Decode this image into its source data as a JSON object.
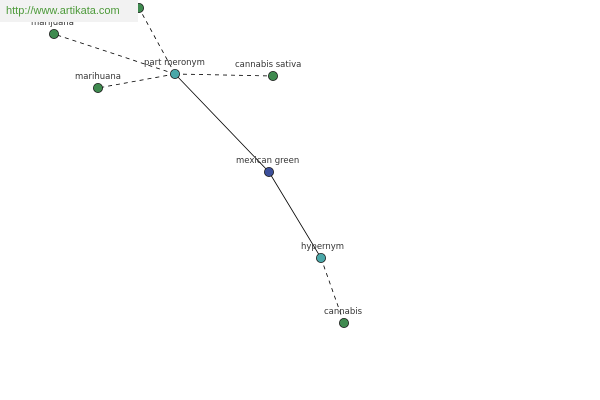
{
  "watermark": "http://www.artikata.com",
  "colors": {
    "center": "#3c4f9a",
    "relation": "#4aa7a8",
    "leaf": "#3f8a4f",
    "edge": "#000000"
  },
  "nodes": [
    {
      "id": "mexican-green",
      "label": "mexican green",
      "type": "center"
    },
    {
      "id": "part-meronym",
      "label": "part meronym",
      "type": "relation"
    },
    {
      "id": "hypernym",
      "label": "hypernym",
      "type": "relation"
    },
    {
      "id": "marijuana",
      "label": "marijuana",
      "type": "leaf"
    },
    {
      "id": "marihuana",
      "label": "marihuana",
      "type": "leaf"
    },
    {
      "id": "cannabis-sativa",
      "label": "cannabis sativa",
      "type": "leaf"
    },
    {
      "id": "cannabis",
      "label": "cannabis",
      "type": "leaf"
    },
    {
      "id": "offscreen-top",
      "label": "",
      "type": "leaf"
    }
  ],
  "edges": [
    {
      "from": "mexican-green",
      "to": "part-meronym",
      "style": "solid"
    },
    {
      "from": "mexican-green",
      "to": "hypernym",
      "style": "solid"
    },
    {
      "from": "part-meronym",
      "to": "marijuana",
      "style": "dashed"
    },
    {
      "from": "part-meronym",
      "to": "marihuana",
      "style": "dashed"
    },
    {
      "from": "part-meronym",
      "to": "cannabis-sativa",
      "style": "dashed"
    },
    {
      "from": "part-meronym",
      "to": "offscreen-top",
      "style": "dashed"
    },
    {
      "from": "hypernym",
      "to": "cannabis",
      "style": "dashed"
    }
  ]
}
